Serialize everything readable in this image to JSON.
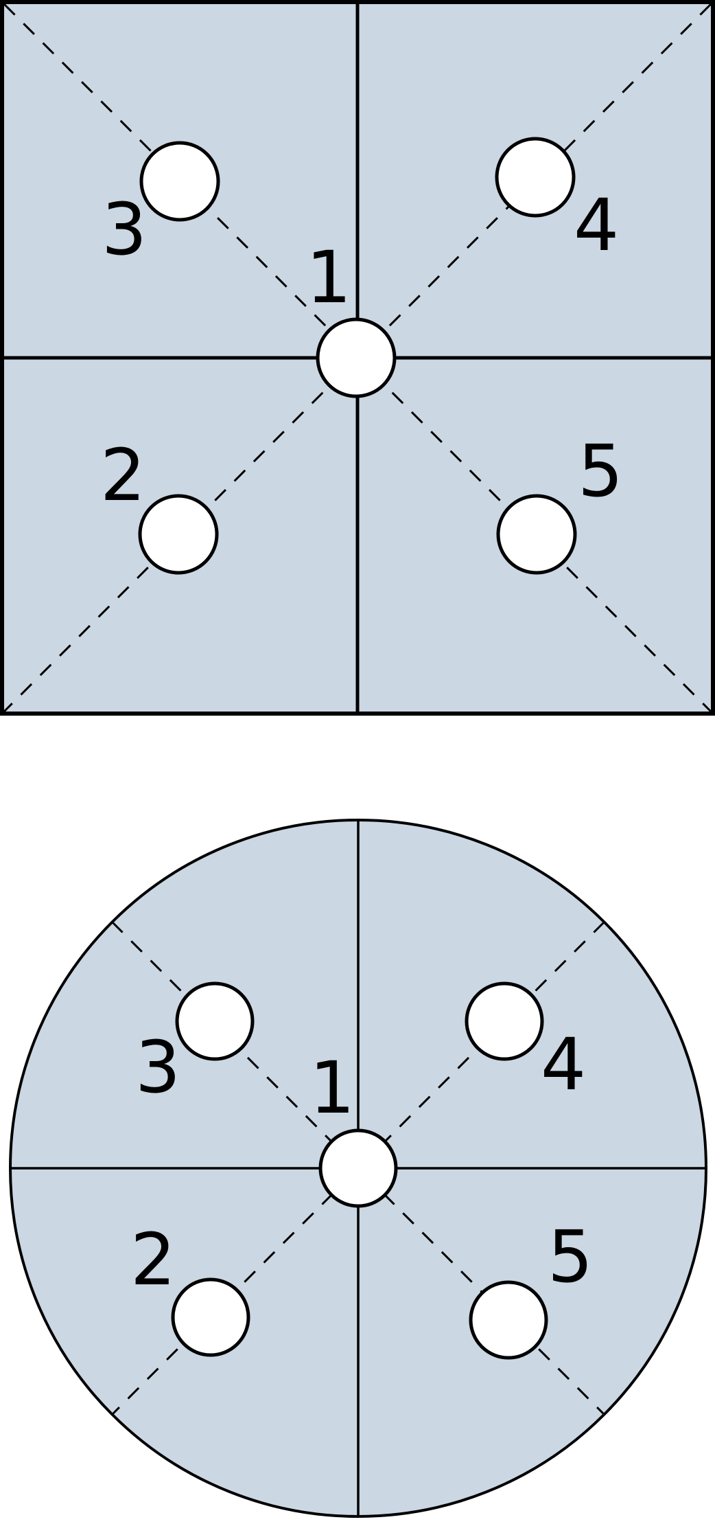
{
  "colors": {
    "fill": "#cbd7e3",
    "outline": "#000000",
    "hole": "#ffffff"
  },
  "square_diagram": {
    "labels": {
      "1": "1",
      "2": "2",
      "3": "3",
      "4": "4",
      "5": "5"
    }
  },
  "circle_diagram": {
    "labels": {
      "1": "1",
      "2": "2",
      "3": "3",
      "4": "4",
      "5": "5"
    }
  }
}
